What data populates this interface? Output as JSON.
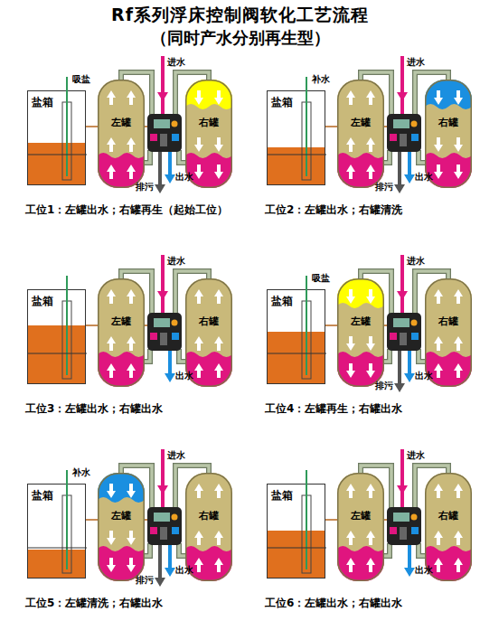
{
  "diagram": {
    "title": "Rf系列浮床控制阀软化工艺流程",
    "nodes": [
      {
        "text": [
          "盐箱"
        ]
      },
      {
        "text": [
          "左罐"
        ]
      },
      {
        "text": [
          "右罐"
        ]
      },
      {
        "text": [
          "盐箱"
        ]
      },
      {
        "text": [
          "左罐"
        ]
      },
      {
        "text": [
          "右罐"
        ]
      },
      {
        "text": [
          "盐箱"
        ]
      },
      {
        "text": [
          "左罐"
        ]
      },
      {
        "text": [
          "右罐"
        ]
      },
      {
        "text": [
          "盐箱"
        ]
      },
      {
        "text": [
          "左罐"
        ]
      },
      {
        "text": [
          "右罐"
        ]
      },
      {
        "text": [
          "盐箱"
        ]
      },
      {
        "text": [
          "左罐"
        ]
      },
      {
        "text": [
          "右罐"
        ]
      },
      {
        "text": [
          "盐箱"
        ]
      },
      {
        "text": [
          "左罐"
        ]
      },
      {
        "text": [
          "右罐"
        ]
      }
    ],
    "labels": [
      "（同时产水分别再生型）",
      "吸盐",
      "进水",
      "出水",
      "排污",
      "工位1：左罐出水；右罐再生（起始工位）",
      "补水",
      "进水",
      "排污",
      "出水",
      "工位2：左罐出水；右罐清洗",
      "进水",
      "出水",
      "工位3：左罐出水；右罐出水",
      "吸盐",
      "进水",
      "排污",
      "出水",
      "工位4：左罐再生；右罐出水",
      "补水",
      "进水",
      "排污",
      "出水",
      "工位5：左罐清洗；右罐出水",
      "进水",
      "出水",
      "工位6：左罐出水；右罐出水"
    ]
  }
}
